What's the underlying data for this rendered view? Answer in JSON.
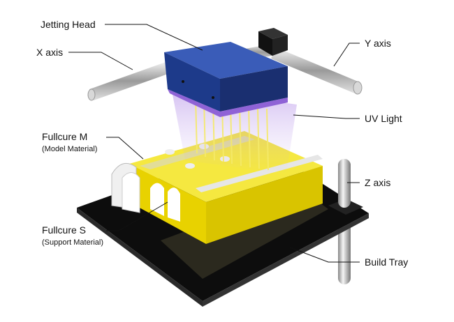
{
  "labels": {
    "jetting_head": "Jetting Head",
    "x_axis": "X axis",
    "y_axis": "Y axis",
    "uv_light": "UV Light",
    "fullcure_m": "Fullcure M",
    "model_material": "(Model Material)",
    "z_axis": "Z axis",
    "fullcure_s": "Fullcure S",
    "support_material": "(Support Material)",
    "build_tray": "Build Tray"
  },
  "colors": {
    "head": "#1f3d8f",
    "model": "#f2e21a",
    "support": "#ffffff",
    "tray": "#111111",
    "uv": "#8a5ad8"
  }
}
